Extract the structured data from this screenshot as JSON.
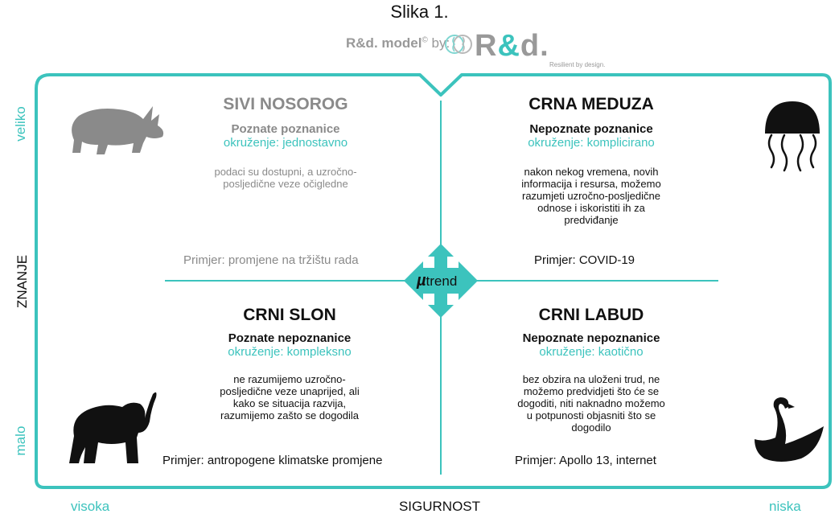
{
  "title": "Slika 1.",
  "brand": {
    "prefix_bold": "R&d. model",
    "copyright": "©",
    "by": " by:",
    "logo_r": "R",
    "logo_amp": "&",
    "logo_d": "d.",
    "tagline": "Resilient by design."
  },
  "center_label": {
    "mu": "µ",
    "text": "trend"
  },
  "axes": {
    "y_title": "ZNANJE",
    "y_high": "veliko",
    "y_low": "malo",
    "x_title": "SIGURNOST",
    "x_left": "visoka",
    "x_right": "niska"
  },
  "quadrants": {
    "top_left": {
      "title": "SIVI NOSOROG",
      "subtitle": "Poznate poznanice",
      "environment": "okruženje: jednostavno",
      "description": [
        "podaci su dostupni, a uzročno-",
        "posljedične veze očigledne"
      ],
      "example": "Primjer: promjene na tržištu rada",
      "icon": "rhino-icon"
    },
    "top_right": {
      "title": "CRNA MEDUZA",
      "subtitle": "Nepoznate poznanice",
      "environment": "okruženje: komplicirano",
      "description": [
        "nakon nekog vremena, novih",
        "informacija i resursa, možemo",
        "razumjeti uzročno-posljedične",
        "odnose i iskoristiti ih za",
        "predviđanje"
      ],
      "example": "Primjer: COVID-19",
      "icon": "jellyfish-icon"
    },
    "bottom_left": {
      "title": "CRNI SLON",
      "subtitle": "Poznate nepoznanice",
      "environment": "okruženje: kompleksno",
      "description": [
        "ne razumijemo uzročno-",
        "posljedične veze unaprijed, ali",
        "kako se situacija razvija,",
        "razumijemo zašto se dogodila"
      ],
      "example": "Primjer: antropogene klimatske promjene",
      "icon": "elephant-icon"
    },
    "bottom_right": {
      "title": "CRNI LABUD",
      "subtitle": "Nepoznate nepoznanice",
      "environment": "okruženje: kaotično",
      "description": [
        "bez obzira na uloženi trud, ne",
        "možemo predvidjeti što će se",
        "dogoditi, niti naknadno možemo",
        "u potpunosti objasniti što se",
        "dogodilo"
      ],
      "example": "Primjer: Apollo 13, internet",
      "icon": "swan-icon"
    }
  },
  "colors": {
    "accent": "#3cc3bd",
    "muted": "#8a8a8a",
    "dark": "#111111"
  }
}
